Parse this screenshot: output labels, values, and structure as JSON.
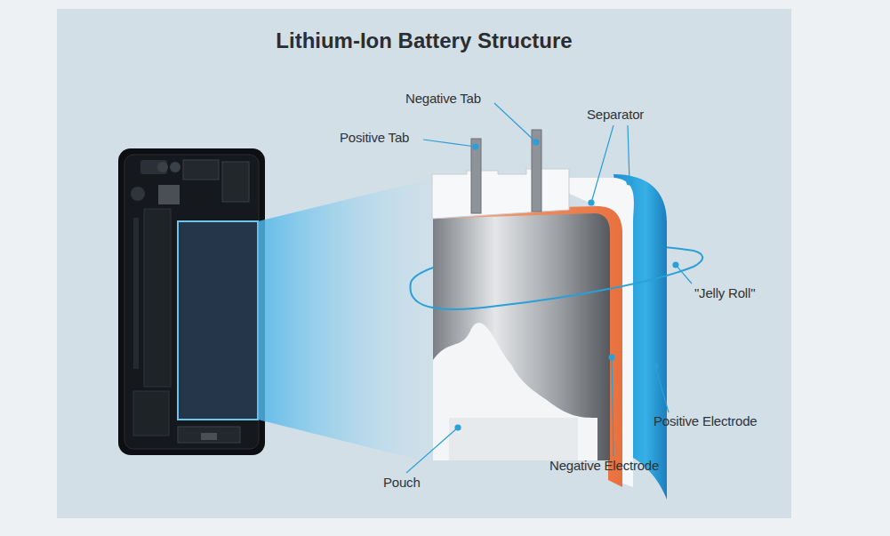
{
  "diagram": {
    "title": "Lithium-Ion Battery Structure",
    "labels": [
      "Negative Tab",
      "Positive Tab",
      "Separator",
      "\"Jelly Roll\"",
      "Positive Electrode",
      "Negative Electrode",
      "Pouch"
    ]
  }
}
